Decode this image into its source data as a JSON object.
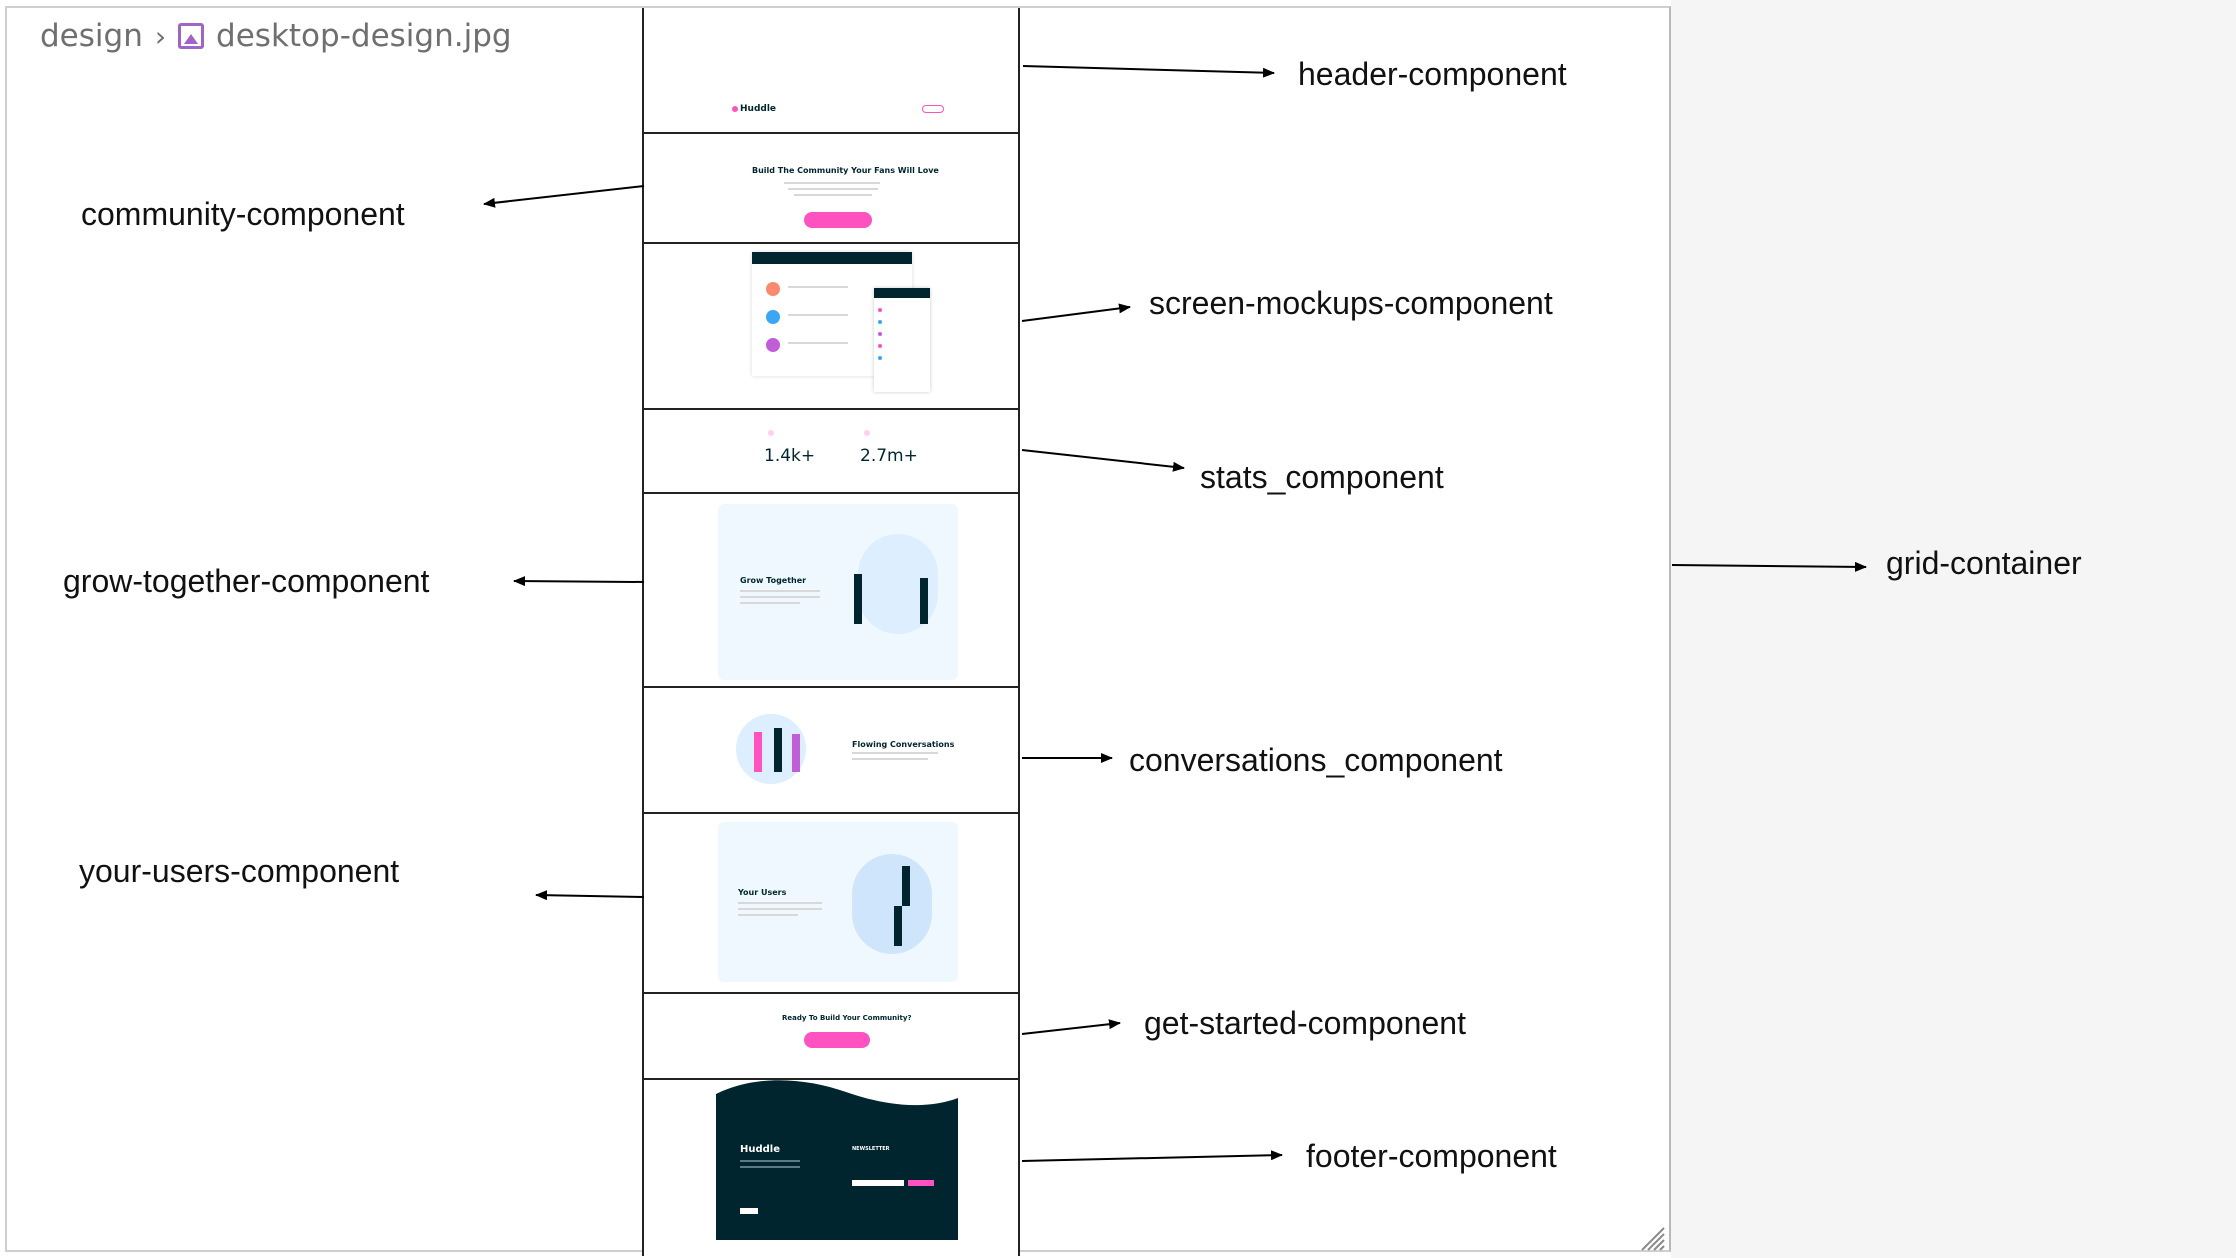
{
  "breadcrumb": {
    "folder": "design",
    "separator": "›",
    "file_name": "desktop-design.jpg",
    "file_icon": "image-file-icon"
  },
  "mockup": {
    "brand": "Huddle",
    "hero_title": "Build The Community Your Fans Will Love",
    "stats": [
      {
        "value": "1.4k+"
      },
      {
        "value": "2.7m+"
      }
    ],
    "grow_title": "Grow Together",
    "conversations_title": "Flowing Conversations",
    "users_title": "Your Users",
    "get_started_title": "Ready To Build Your Community?",
    "footer_brand": "Huddle",
    "footer_newsletter": "NEWSLETTER",
    "colors": {
      "accent": "#ff52c1",
      "dark": "#00252e",
      "light_bg": "#f0f8ff"
    }
  },
  "labels": {
    "header": "header-component",
    "community": "community-component",
    "screen_mockups": "screen-mockups-component",
    "stats": "stats_component",
    "grid": "grid-container",
    "grow_together": "grow-together-component",
    "conversations": "conversations_component",
    "your_users": "your-users-component",
    "get_started": "get-started-component",
    "footer": "footer-component"
  }
}
